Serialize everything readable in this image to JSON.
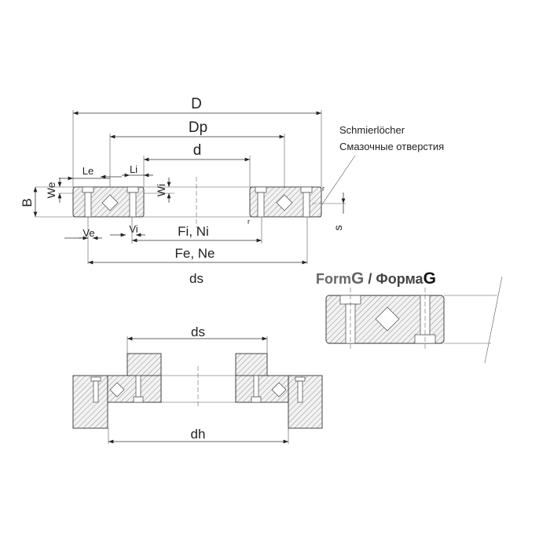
{
  "top_view": {
    "labels": {
      "D": "D",
      "Dp": "Dp",
      "d": "d",
      "Le": "Le",
      "Li": "Li",
      "We": "We",
      "Wi": "Wi",
      "B": "B",
      "Ve": "Ve",
      "Vi": "Vi",
      "FiNi": "Fi, Ni",
      "FeNe": "Fe, Ne",
      "ds": "ds",
      "s": "s",
      "r1": "r",
      "r2": "r"
    },
    "lubrication_note": {
      "german": "Schmierlöcher",
      "russian": "Смазочные отверстия"
    }
  },
  "form_g": {
    "title_prefix": "Form",
    "title_g1": "G",
    "title_sep": " / Форма",
    "title_g2": "G"
  },
  "bottom_view": {
    "labels": {
      "ds": "ds",
      "dh": "dh"
    }
  }
}
